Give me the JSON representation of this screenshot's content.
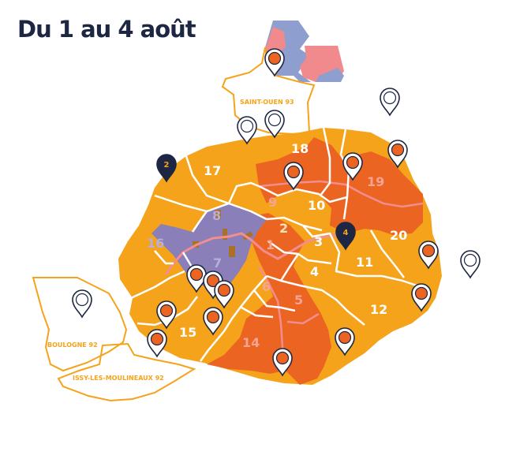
{
  "title": "Du 1 au 4 août",
  "colors": {
    "paris_fill": "#f5a31a",
    "border_white": "#ffffff",
    "zone_orange": "#ec6421",
    "zone_purple": "#8a7fb8",
    "zone_pink": "#f08a8c",
    "zone_blue": "#8e9fcf",
    "seine": "#f28d90",
    "suburb_outline": "#f5a31a",
    "label_light": "#fbe3b0",
    "label_on_zone": "#f6a493",
    "label_on_purple": "#b6aedb",
    "pin_dark": "#1d2743"
  },
  "arrondissements": [
    {
      "id": "1",
      "label": "1"
    },
    {
      "id": "2",
      "label": "2"
    },
    {
      "id": "3",
      "label": "3"
    },
    {
      "id": "4",
      "label": "4"
    },
    {
      "id": "5",
      "label": "5"
    },
    {
      "id": "6",
      "label": "6"
    },
    {
      "id": "7",
      "label": "7"
    },
    {
      "id": "8",
      "label": "8"
    },
    {
      "id": "9",
      "label": "9"
    },
    {
      "id": "10",
      "label": "10"
    },
    {
      "id": "11",
      "label": "11"
    },
    {
      "id": "12",
      "label": "12"
    },
    {
      "id": "14",
      "label": "14"
    },
    {
      "id": "15",
      "label": "15"
    },
    {
      "id": "16",
      "label": "16"
    },
    {
      "id": "17",
      "label": "17"
    },
    {
      "id": "18",
      "label": "18"
    },
    {
      "id": "19",
      "label": "19"
    },
    {
      "id": "20",
      "label": "20"
    }
  ],
  "places": [
    {
      "id": "saint-ouen",
      "label": "SAINT-OUEN 93"
    },
    {
      "id": "boulogne",
      "label": "BOULOGNE 92"
    },
    {
      "id": "issy",
      "label": "ISSY-LES-MOULINEAUX 92"
    }
  ],
  "pins": [
    {
      "id": "saint-ouen",
      "type": "filled"
    },
    {
      "id": "north-east",
      "type": "empty"
    },
    {
      "id": "north-1",
      "type": "empty"
    },
    {
      "id": "north-2",
      "type": "empty"
    },
    {
      "id": "17-numbered",
      "type": "numbered",
      "number": "2"
    },
    {
      "id": "18",
      "type": "filled"
    },
    {
      "id": "19-west",
      "type": "filled"
    },
    {
      "id": "19-east",
      "type": "filled"
    },
    {
      "id": "11-numbered",
      "type": "numbered",
      "number": "4"
    },
    {
      "id": "20",
      "type": "filled"
    },
    {
      "id": "east-outside",
      "type": "empty"
    },
    {
      "id": "12",
      "type": "filled"
    },
    {
      "id": "16-south",
      "type": "filled"
    },
    {
      "id": "7-west",
      "type": "filled"
    },
    {
      "id": "7-east",
      "type": "filled"
    },
    {
      "id": "boulogne",
      "type": "empty"
    },
    {
      "id": "15-north",
      "type": "filled"
    },
    {
      "id": "15-center",
      "type": "filled"
    },
    {
      "id": "15-south",
      "type": "filled"
    },
    {
      "id": "13",
      "type": "filled"
    },
    {
      "id": "14-south",
      "type": "filled"
    }
  ]
}
